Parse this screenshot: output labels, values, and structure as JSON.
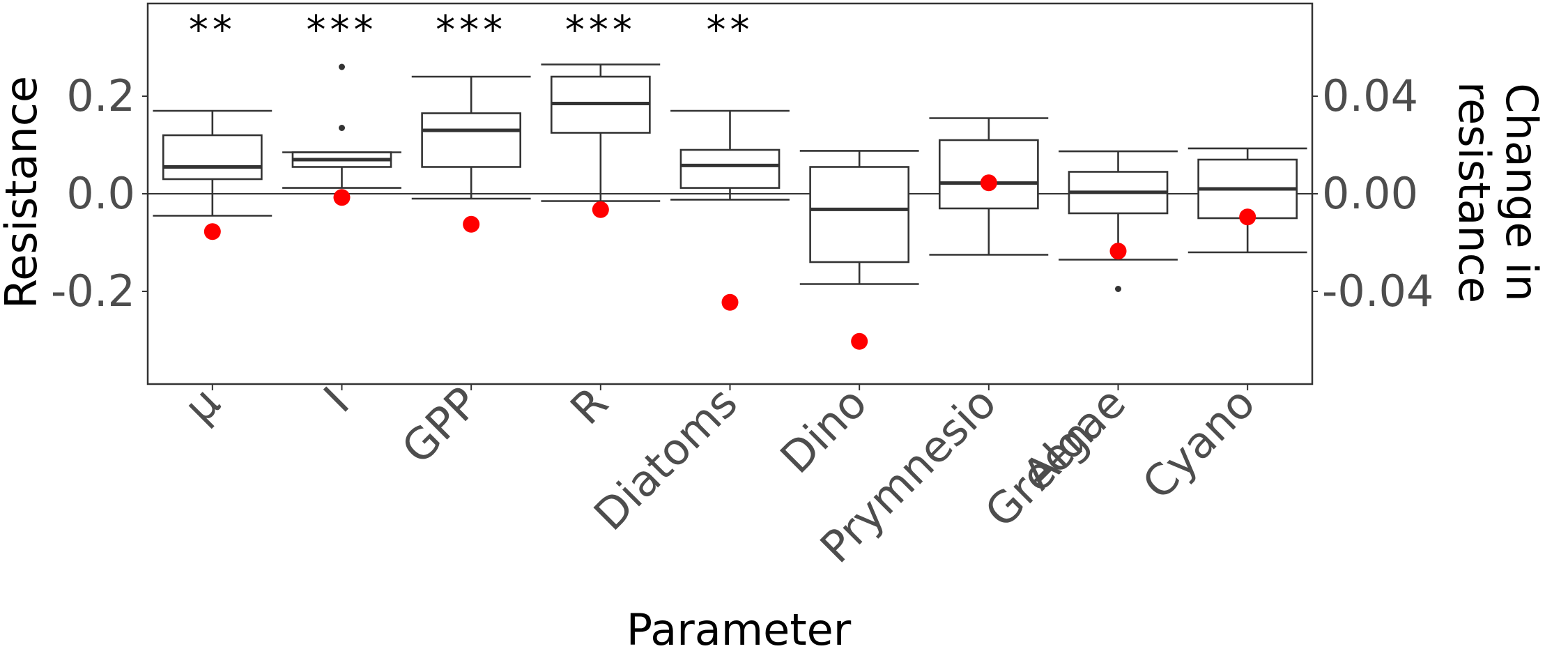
{
  "chart_data": {
    "type": "box",
    "title": "",
    "xlabel": "Parameter",
    "ylabel_left": "Resistance",
    "ylabel_right": [
      "Change in",
      "resistance"
    ],
    "ylim_left": [
      -0.39,
      0.39
    ],
    "ylim_right": [
      -0.078,
      0.078
    ],
    "left_ticks": [
      {
        "value": 0.2,
        "label": "0.2"
      },
      {
        "value": 0.0,
        "label": "0.0"
      },
      {
        "value": -0.2,
        "label": "-0.2"
      }
    ],
    "right_ticks": [
      {
        "value": 0.04,
        "label": "0.04"
      },
      {
        "value": 0.0,
        "label": "0.00"
      },
      {
        "value": -0.04,
        "label": "-0.04"
      }
    ],
    "reference_line": 0.0,
    "grid": false,
    "colors": {
      "box": "#333333",
      "median": "#333333",
      "point": "#ff0000",
      "axis_text": "#4d4d4d"
    },
    "categories": [
      {
        "label": [
          "μ"
        ],
        "significance": "**",
        "whisker_low": -0.045,
        "q1": 0.03,
        "median": 0.055,
        "q3": 0.12,
        "whisker_high": 0.17,
        "outliers": [],
        "change_in_resistance": -0.0155
      },
      {
        "label": [
          "I"
        ],
        "significance": "***",
        "whisker_low": 0.012,
        "q1": 0.055,
        "median": 0.07,
        "q3": 0.085,
        "whisker_high": 0.085,
        "outliers": [
          0.26,
          0.135
        ],
        "change_in_resistance": -0.0015
      },
      {
        "label": [
          "GPP"
        ],
        "significance": "***",
        "whisker_low": -0.01,
        "q1": 0.055,
        "median": 0.13,
        "q3": 0.165,
        "whisker_high": 0.24,
        "outliers": [],
        "change_in_resistance": -0.0125
      },
      {
        "label": [
          "R"
        ],
        "significance": "***",
        "whisker_low": -0.015,
        "q1": 0.125,
        "median": 0.185,
        "q3": 0.24,
        "whisker_high": 0.265,
        "outliers": [],
        "change_in_resistance": -0.0065
      },
      {
        "label": [
          "Diatoms"
        ],
        "significance": "**",
        "whisker_low": -0.012,
        "q1": 0.012,
        "median": 0.058,
        "q3": 0.09,
        "whisker_high": 0.17,
        "outliers": [],
        "change_in_resistance": -0.0445
      },
      {
        "label": [
          "Dino"
        ],
        "significance": "",
        "whisker_low": -0.185,
        "q1": -0.14,
        "median": -0.032,
        "q3": 0.055,
        "whisker_high": 0.088,
        "outliers": [],
        "change_in_resistance": -0.0605
      },
      {
        "label": [
          "Prymnesio"
        ],
        "significance": "",
        "whisker_low": -0.125,
        "q1": -0.03,
        "median": 0.022,
        "q3": 0.11,
        "whisker_high": 0.155,
        "outliers": [],
        "change_in_resistance": 0.0045
      },
      {
        "label": [
          "Green",
          "Algae"
        ],
        "significance": "",
        "whisker_low": -0.135,
        "q1": -0.04,
        "median": 0.003,
        "q3": 0.045,
        "whisker_high": 0.087,
        "outliers": [
          -0.195
        ],
        "change_in_resistance": -0.0235
      },
      {
        "label": [
          "Cyano"
        ],
        "significance": "",
        "whisker_low": -0.12,
        "q1": -0.05,
        "median": 0.01,
        "q3": 0.07,
        "whisker_high": 0.093,
        "outliers": [],
        "change_in_resistance": -0.0095
      }
    ]
  }
}
